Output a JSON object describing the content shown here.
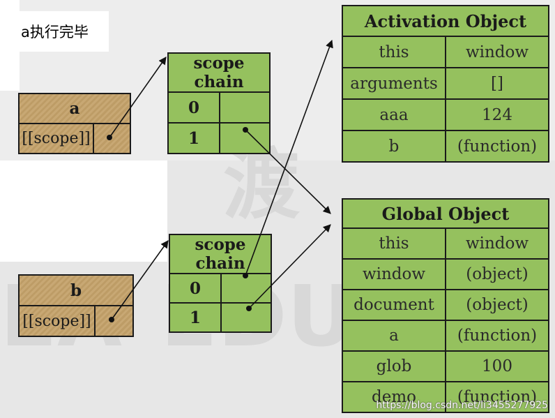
{
  "caption": "a执行完毕",
  "func_a": {
    "name": "a",
    "scope_label": "[[scope]]"
  },
  "func_b": {
    "name": "b",
    "scope_label": "[[scope]]"
  },
  "scope_chain_a": {
    "title": "scope chain",
    "rows": [
      "0",
      "1"
    ]
  },
  "scope_chain_b": {
    "title": "scope chain",
    "rows": [
      "0",
      "1"
    ]
  },
  "activation_object": {
    "title": "Activation Object",
    "rows": [
      {
        "key": "this",
        "value": "window"
      },
      {
        "key": "arguments",
        "value": "[]"
      },
      {
        "key": "aaa",
        "value": "124"
      },
      {
        "key": "b",
        "value": "(function)"
      }
    ]
  },
  "global_object": {
    "title": "Global Object",
    "rows": [
      {
        "key": "this",
        "value": "window"
      },
      {
        "key": "window",
        "value": "(object)"
      },
      {
        "key": "document",
        "value": "(object)"
      },
      {
        "key": "a",
        "value": "(function)"
      },
      {
        "key": "glob",
        "value": "100"
      },
      {
        "key": "demo",
        "value": "(function)"
      }
    ]
  },
  "credit": "https://blog.csdn.net/li3455277925",
  "colors": {
    "box_green": "#95c15e",
    "fn_tan": "#c8a874",
    "border": "#1a1a1a"
  }
}
